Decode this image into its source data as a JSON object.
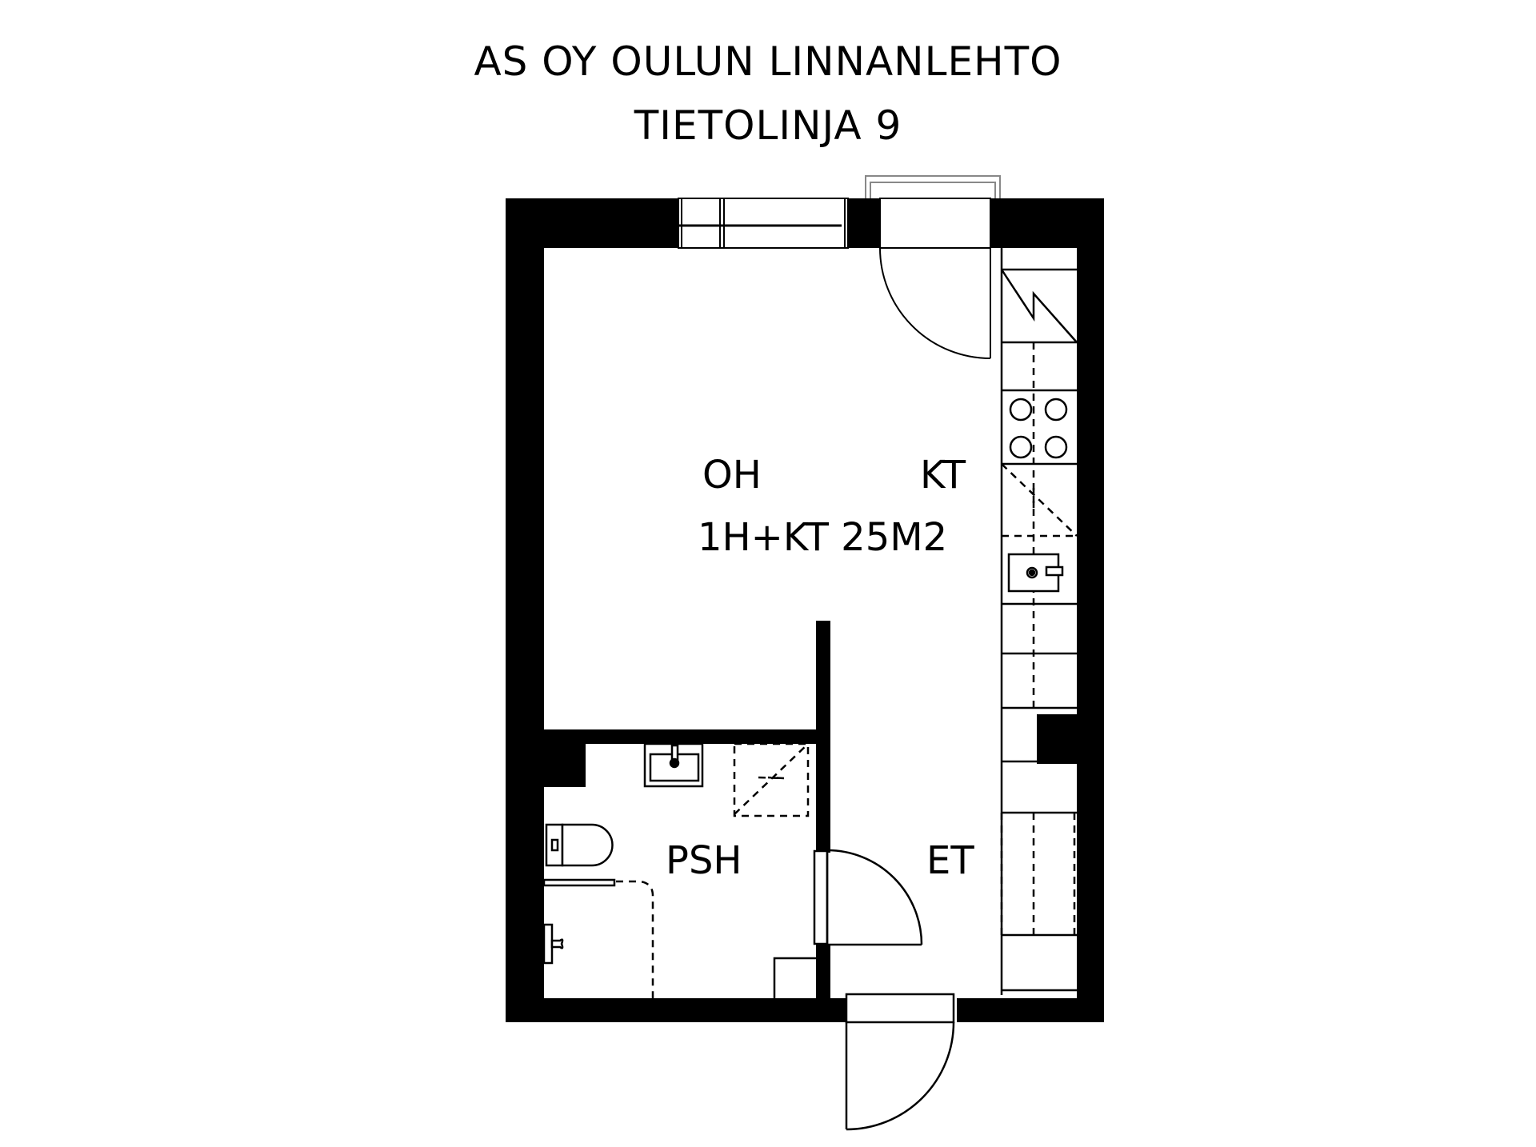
{
  "header": {
    "title_line1": "AS OY OULUN LINNANLEHTO",
    "title_line2": "TIETOLINJA 9"
  },
  "rooms": {
    "living": "OH",
    "kitchen": "KT",
    "apartment_type": "1H+KT 25M2",
    "bathroom": "PSH",
    "entry": "ET"
  },
  "colors": {
    "wall": "#000000",
    "background": "#ffffff",
    "line": "#000000",
    "balcony_outline": "#888888"
  },
  "symbols": [
    "window-icon",
    "balcony-door-icon",
    "fridge-icon",
    "stove-icon",
    "kitchen-sink-icon",
    "dishwasher-icon",
    "bathroom-sink-icon",
    "toilet-icon",
    "shower-icon",
    "washing-machine-icon",
    "entry-door-icon",
    "bathroom-door-icon",
    "wardrobe-icon"
  ]
}
